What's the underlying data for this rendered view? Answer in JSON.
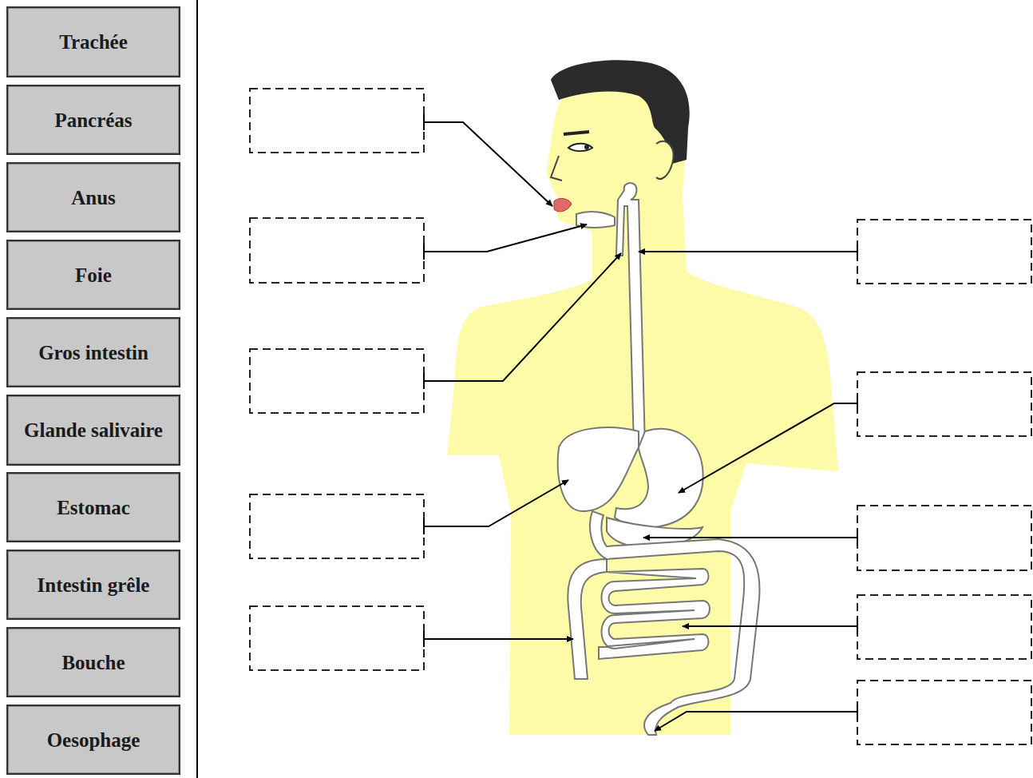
{
  "diagram": {
    "nodes": [
      {
        "text": [
          "Trachée"
        ]
      },
      {
        "text": [
          "Pancréas"
        ]
      },
      {
        "text": [
          "Anus"
        ]
      },
      {
        "text": [
          "Foie"
        ]
      },
      {
        "text": [
          "Gros intestin"
        ]
      },
      {
        "text": [
          "Glande salivaire"
        ]
      },
      {
        "text": [
          "Estomac"
        ]
      },
      {
        "text": [
          "Intestin grêle"
        ]
      },
      {
        "text": [
          "Bouche"
        ]
      },
      {
        "text": [
          "Oesophage"
        ]
      }
    ]
  }
}
